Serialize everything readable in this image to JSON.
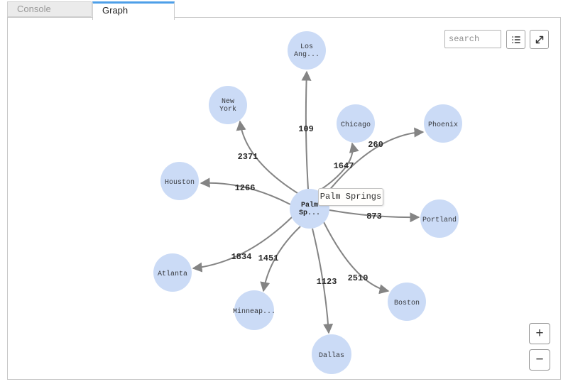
{
  "tabs": {
    "console": "Console",
    "graph": "Graph"
  },
  "toolbar": {
    "search_placeholder": "search",
    "list_button_icon": "list-icon",
    "expand_button_icon": "expand-icon"
  },
  "zoom_controls": {
    "zoom_in": "+",
    "zoom_out": "−"
  },
  "tooltip": {
    "text": "Palm Springs"
  },
  "colors": {
    "node_fill": "#cbdbf6",
    "edge": "#848484",
    "active_tab_accent": "#4d9fe8"
  },
  "graph": {
    "nodes": [
      {
        "id": "los-angeles",
        "label": "Los Ang...",
        "lines": [
          "Los",
          "Ang..."
        ]
      },
      {
        "id": "new-york",
        "label": "New York",
        "lines": [
          "New",
          "York"
        ]
      },
      {
        "id": "chicago",
        "label": "Chicago",
        "lines": [
          "Chicago"
        ]
      },
      {
        "id": "phoenix",
        "label": "Phoenix",
        "lines": [
          "Phoenix"
        ]
      },
      {
        "id": "houston",
        "label": "Houston",
        "lines": [
          "Houston"
        ]
      },
      {
        "id": "palm-springs",
        "label": "Palm Sp...",
        "lines": [
          "Palm",
          "Sp..."
        ]
      },
      {
        "id": "portland",
        "label": "Portland",
        "lines": [
          "Portland"
        ]
      },
      {
        "id": "atlanta",
        "label": "Atlanta",
        "lines": [
          "Atlanta"
        ]
      },
      {
        "id": "minneapolis",
        "label": "Minneap...",
        "lines": [
          "Minneap..."
        ]
      },
      {
        "id": "boston",
        "label": "Boston",
        "lines": [
          "Boston"
        ]
      },
      {
        "id": "dallas",
        "label": "Dallas",
        "lines": [
          "Dallas"
        ]
      }
    ],
    "edges": [
      {
        "from": "palm-springs",
        "to": "los-angeles",
        "label": "109"
      },
      {
        "from": "palm-springs",
        "to": "new-york",
        "label": "2371"
      },
      {
        "from": "palm-springs",
        "to": "chicago",
        "label": "1647"
      },
      {
        "from": "palm-springs",
        "to": "phoenix",
        "label": "260"
      },
      {
        "from": "palm-springs",
        "to": "houston",
        "label": "1266"
      },
      {
        "from": "palm-springs",
        "to": "portland",
        "label": "873"
      },
      {
        "from": "palm-springs",
        "to": "atlanta",
        "label": "1834"
      },
      {
        "from": "palm-springs",
        "to": "minneapolis",
        "label": "1451"
      },
      {
        "from": "palm-springs",
        "to": "dallas",
        "label": "1123"
      },
      {
        "from": "palm-springs",
        "to": "boston",
        "label": "2510"
      }
    ]
  }
}
